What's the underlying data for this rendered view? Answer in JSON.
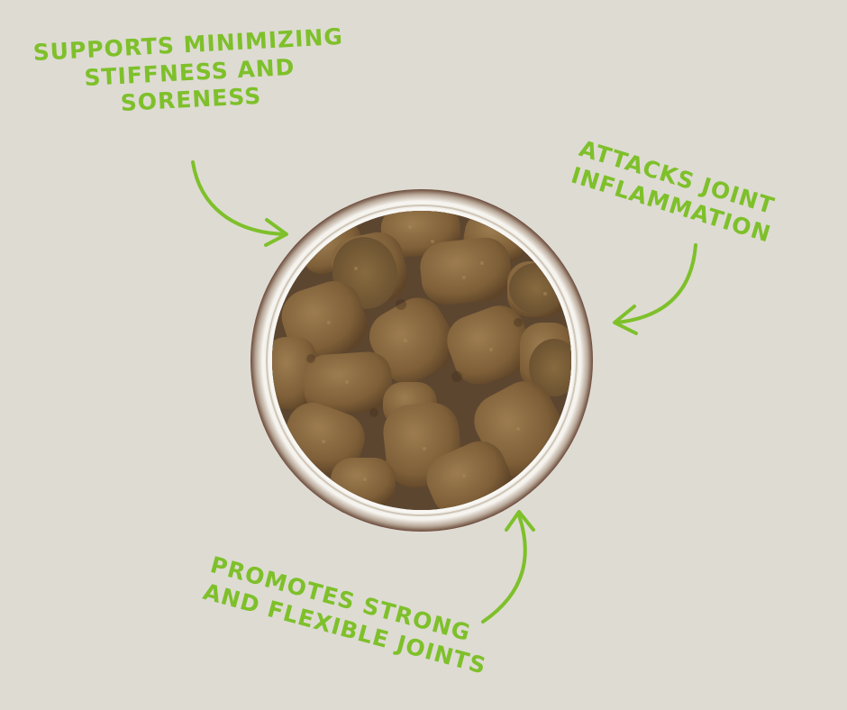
{
  "callouts": {
    "top_left": {
      "line1": "Supports minimizing",
      "line2": "stiffness and",
      "line3": "soreness"
    },
    "top_right": {
      "line1": "Attacks joint",
      "line2": "inflammation"
    },
    "bottom": {
      "line1": "Promotes strong",
      "line2": "and flexible joints"
    }
  },
  "colors": {
    "background": "#dedbd3",
    "accent_green": "#7ec02a",
    "chew_brown": "#8a6a40"
  },
  "image": {
    "subject": "jar-of-chews-icon"
  }
}
